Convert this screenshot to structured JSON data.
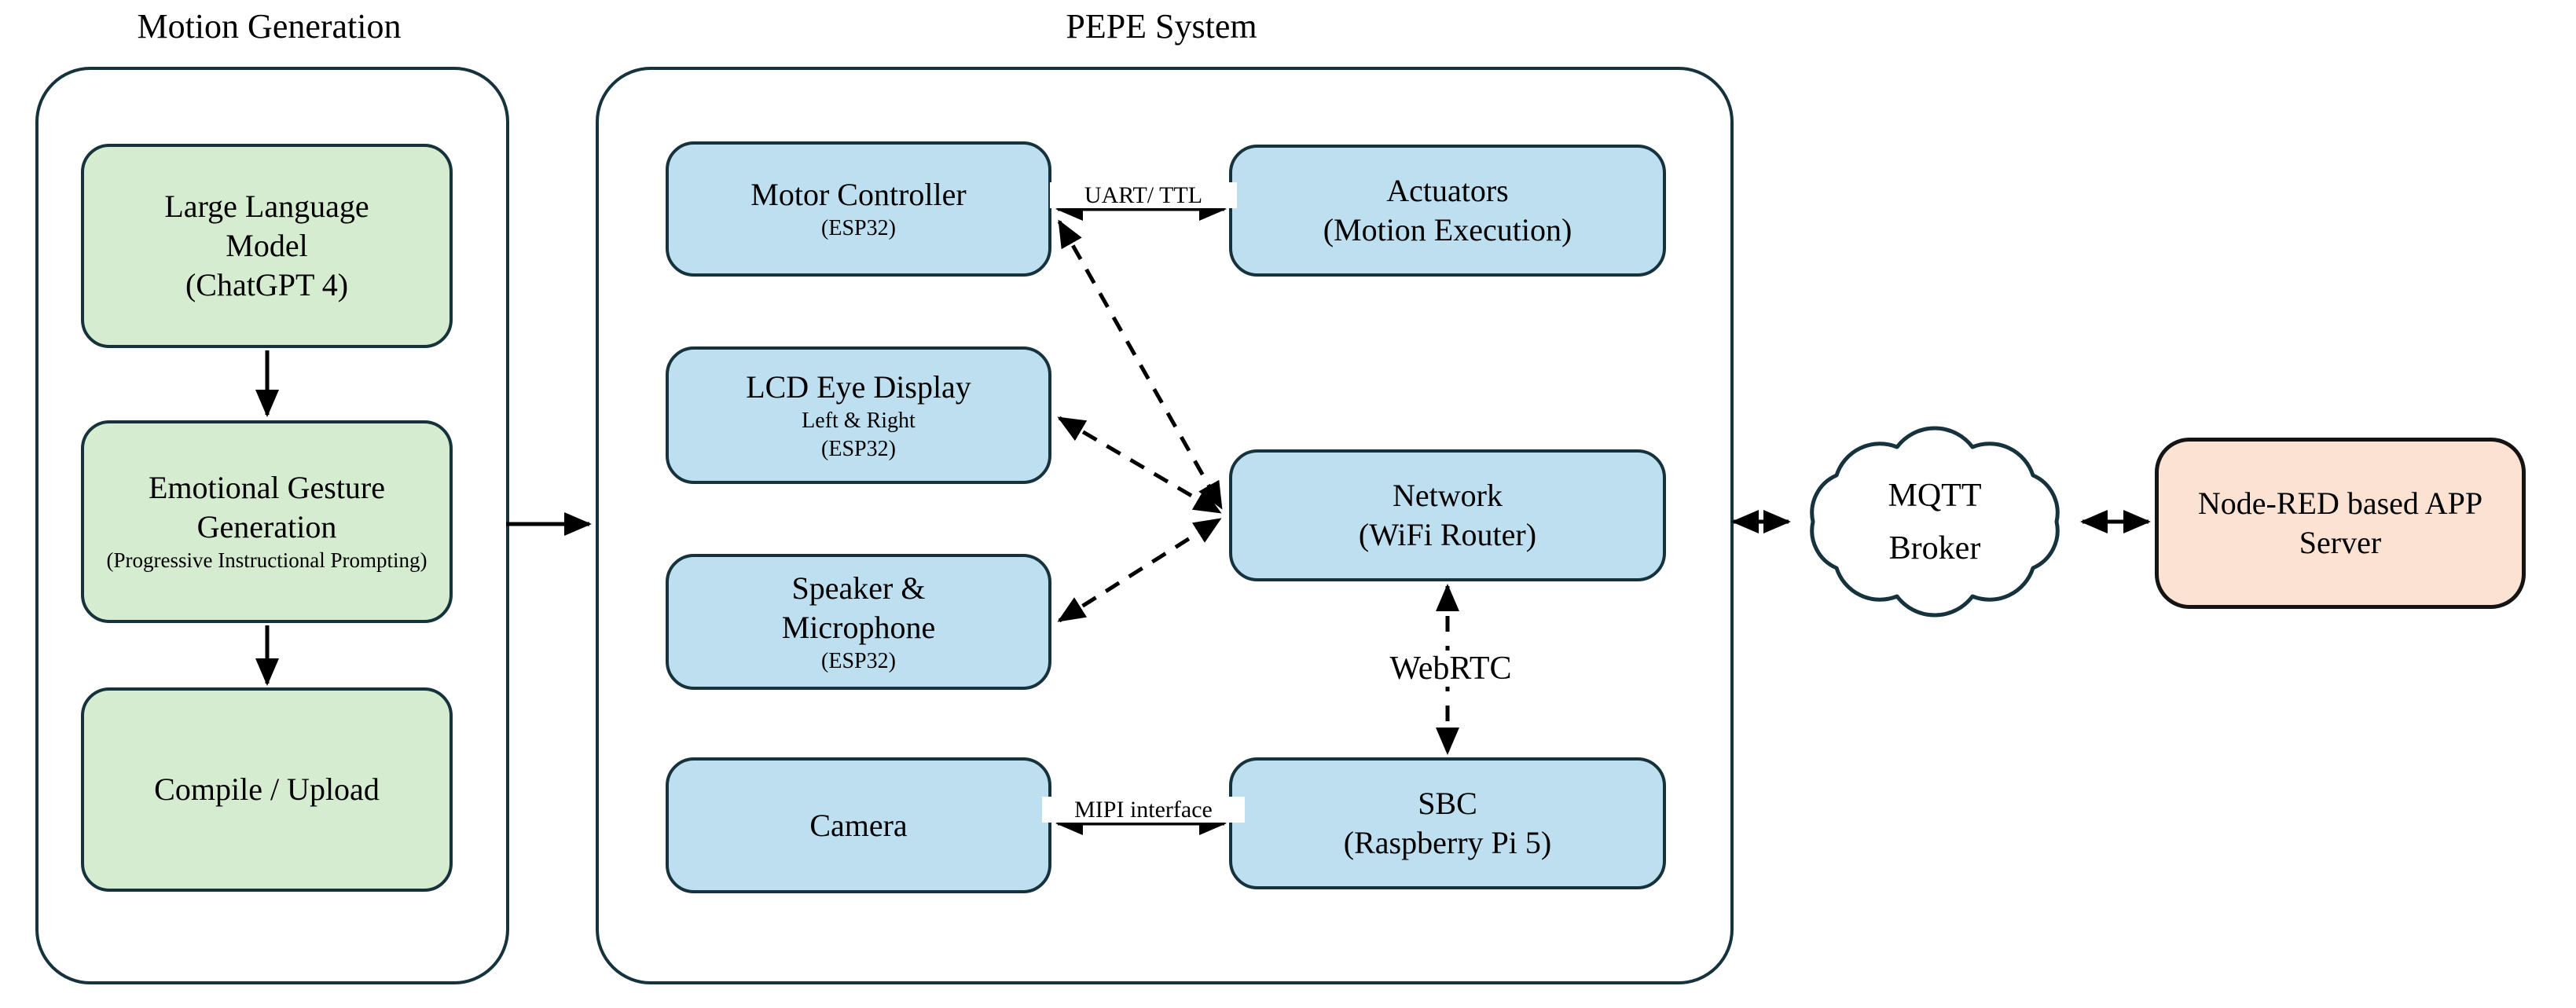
{
  "titles": {
    "motion": "Motion Generation",
    "pepe": "PEPE System"
  },
  "nodes": {
    "llm": {
      "line1": "Large Language",
      "line2": "Model",
      "line3": "(ChatGPT 4)"
    },
    "egg": {
      "line1": "Emotional Gesture",
      "line2": "Generation",
      "sub": "(Progressive Instructional Prompting)"
    },
    "compile": {
      "line1": "Compile / Upload"
    },
    "motor": {
      "line1": "Motor Controller",
      "sub": "(ESP32)"
    },
    "lcd": {
      "line1": "LCD Eye Display",
      "sub1": "Left & Right",
      "sub2": "(ESP32)"
    },
    "speaker": {
      "line1": "Speaker &",
      "line2": "Microphone",
      "sub": "(ESP32)"
    },
    "camera": {
      "line1": "Camera"
    },
    "actuators": {
      "line1": "Actuators",
      "line2": "(Motion Execution)"
    },
    "network": {
      "line1": "Network",
      "line2": "(WiFi Router)"
    },
    "sbc": {
      "line1": "SBC",
      "line2": "(Raspberry Pi 5)"
    },
    "cloud": {
      "line1": "MQTT",
      "line2": "Broker"
    },
    "nodered": {
      "line1": "Node-RED based APP",
      "line2": "Server"
    }
  },
  "edge_labels": {
    "uart": "UART/ TTL",
    "mipi": "MIPI interface",
    "webrtc": "WebRTC"
  },
  "edges": [
    {
      "from": "large-language-model",
      "to": "emotional-gesture-generation",
      "style": "solid-arrow"
    },
    {
      "from": "emotional-gesture-generation",
      "to": "compile-upload",
      "style": "solid-arrow"
    },
    {
      "from": "motion-generation-group",
      "to": "pepe-system-group",
      "style": "solid-arrow"
    },
    {
      "from": "motor-controller",
      "to": "actuators",
      "style": "solid-bidirectional",
      "label": "UART/ TTL"
    },
    {
      "from": "motor-controller",
      "to": "network",
      "style": "dashed-bidirectional"
    },
    {
      "from": "lcd-eye-display",
      "to": "network",
      "style": "dashed-bidirectional"
    },
    {
      "from": "speaker-microphone",
      "to": "network",
      "style": "dashed-bidirectional"
    },
    {
      "from": "network",
      "to": "sbc",
      "style": "dashed-bidirectional",
      "label": "WebRTC"
    },
    {
      "from": "camera",
      "to": "sbc",
      "style": "solid-bidirectional",
      "label": "MIPI interface"
    },
    {
      "from": "pepe-system-group",
      "to": "mqtt-broker",
      "style": "solid-bidirectional"
    },
    {
      "from": "mqtt-broker",
      "to": "node-red-app-server",
      "style": "solid-bidirectional"
    }
  ],
  "colors": {
    "outline_dark": "#16323d",
    "green_fill": "#d6ecd0",
    "blue_fill": "#bddff0",
    "peach_fill": "#fbe2d3",
    "arrow_black": "#000000",
    "text": "#000000",
    "background": "#ffffff"
  }
}
